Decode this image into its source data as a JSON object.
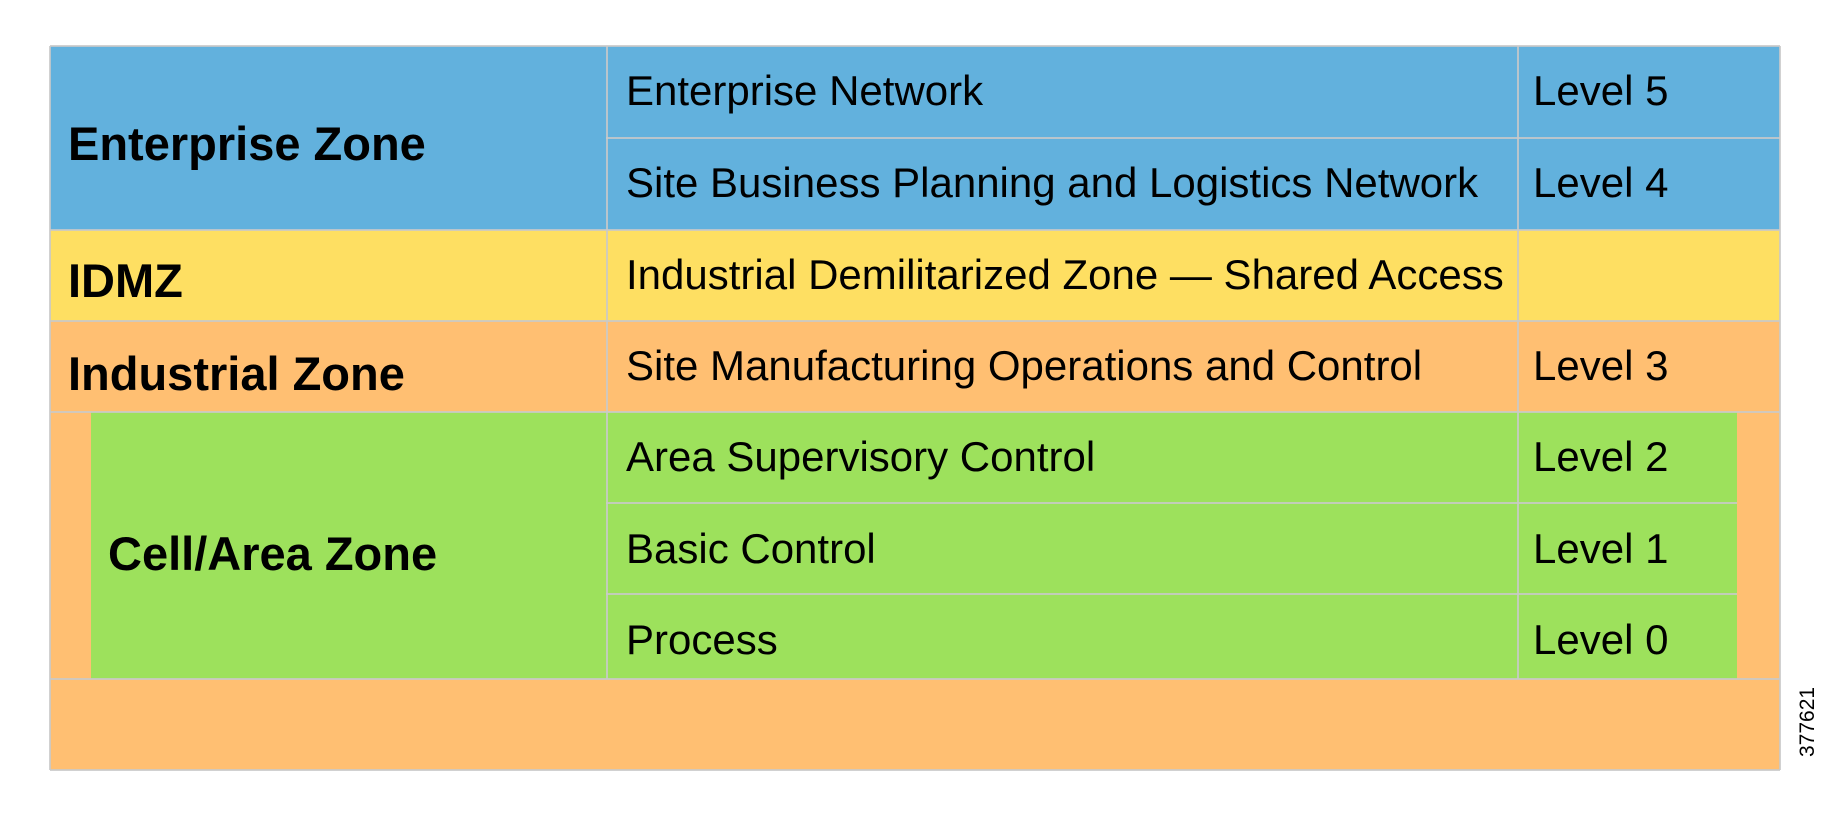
{
  "colors": {
    "enterprise": "#62b1dd",
    "idmz": "#fedf62",
    "industrial": "#ffbf72",
    "cell": "#9de15c"
  },
  "zones": {
    "enterprise": "Enterprise Zone",
    "idmz": "IDMZ",
    "industrial": "Industrial Zone",
    "cell": "Cell/Area Zone"
  },
  "rows": [
    {
      "name": "Enterprise Network",
      "level": "Level 5"
    },
    {
      "name": "Site Business Planning and Logistics Network",
      "level": "Level 4"
    },
    {
      "name": "Industrial Demilitarized Zone — Shared Access",
      "level": ""
    },
    {
      "name": "Site Manufacturing Operations and Control",
      "level": "Level 3"
    },
    {
      "name": "Area Supervisory Control",
      "level": "Level 2"
    },
    {
      "name": "Basic Control",
      "level": "Level 1"
    },
    {
      "name": "Process",
      "level": "Level 0"
    }
  ],
  "figure_id": "377621"
}
